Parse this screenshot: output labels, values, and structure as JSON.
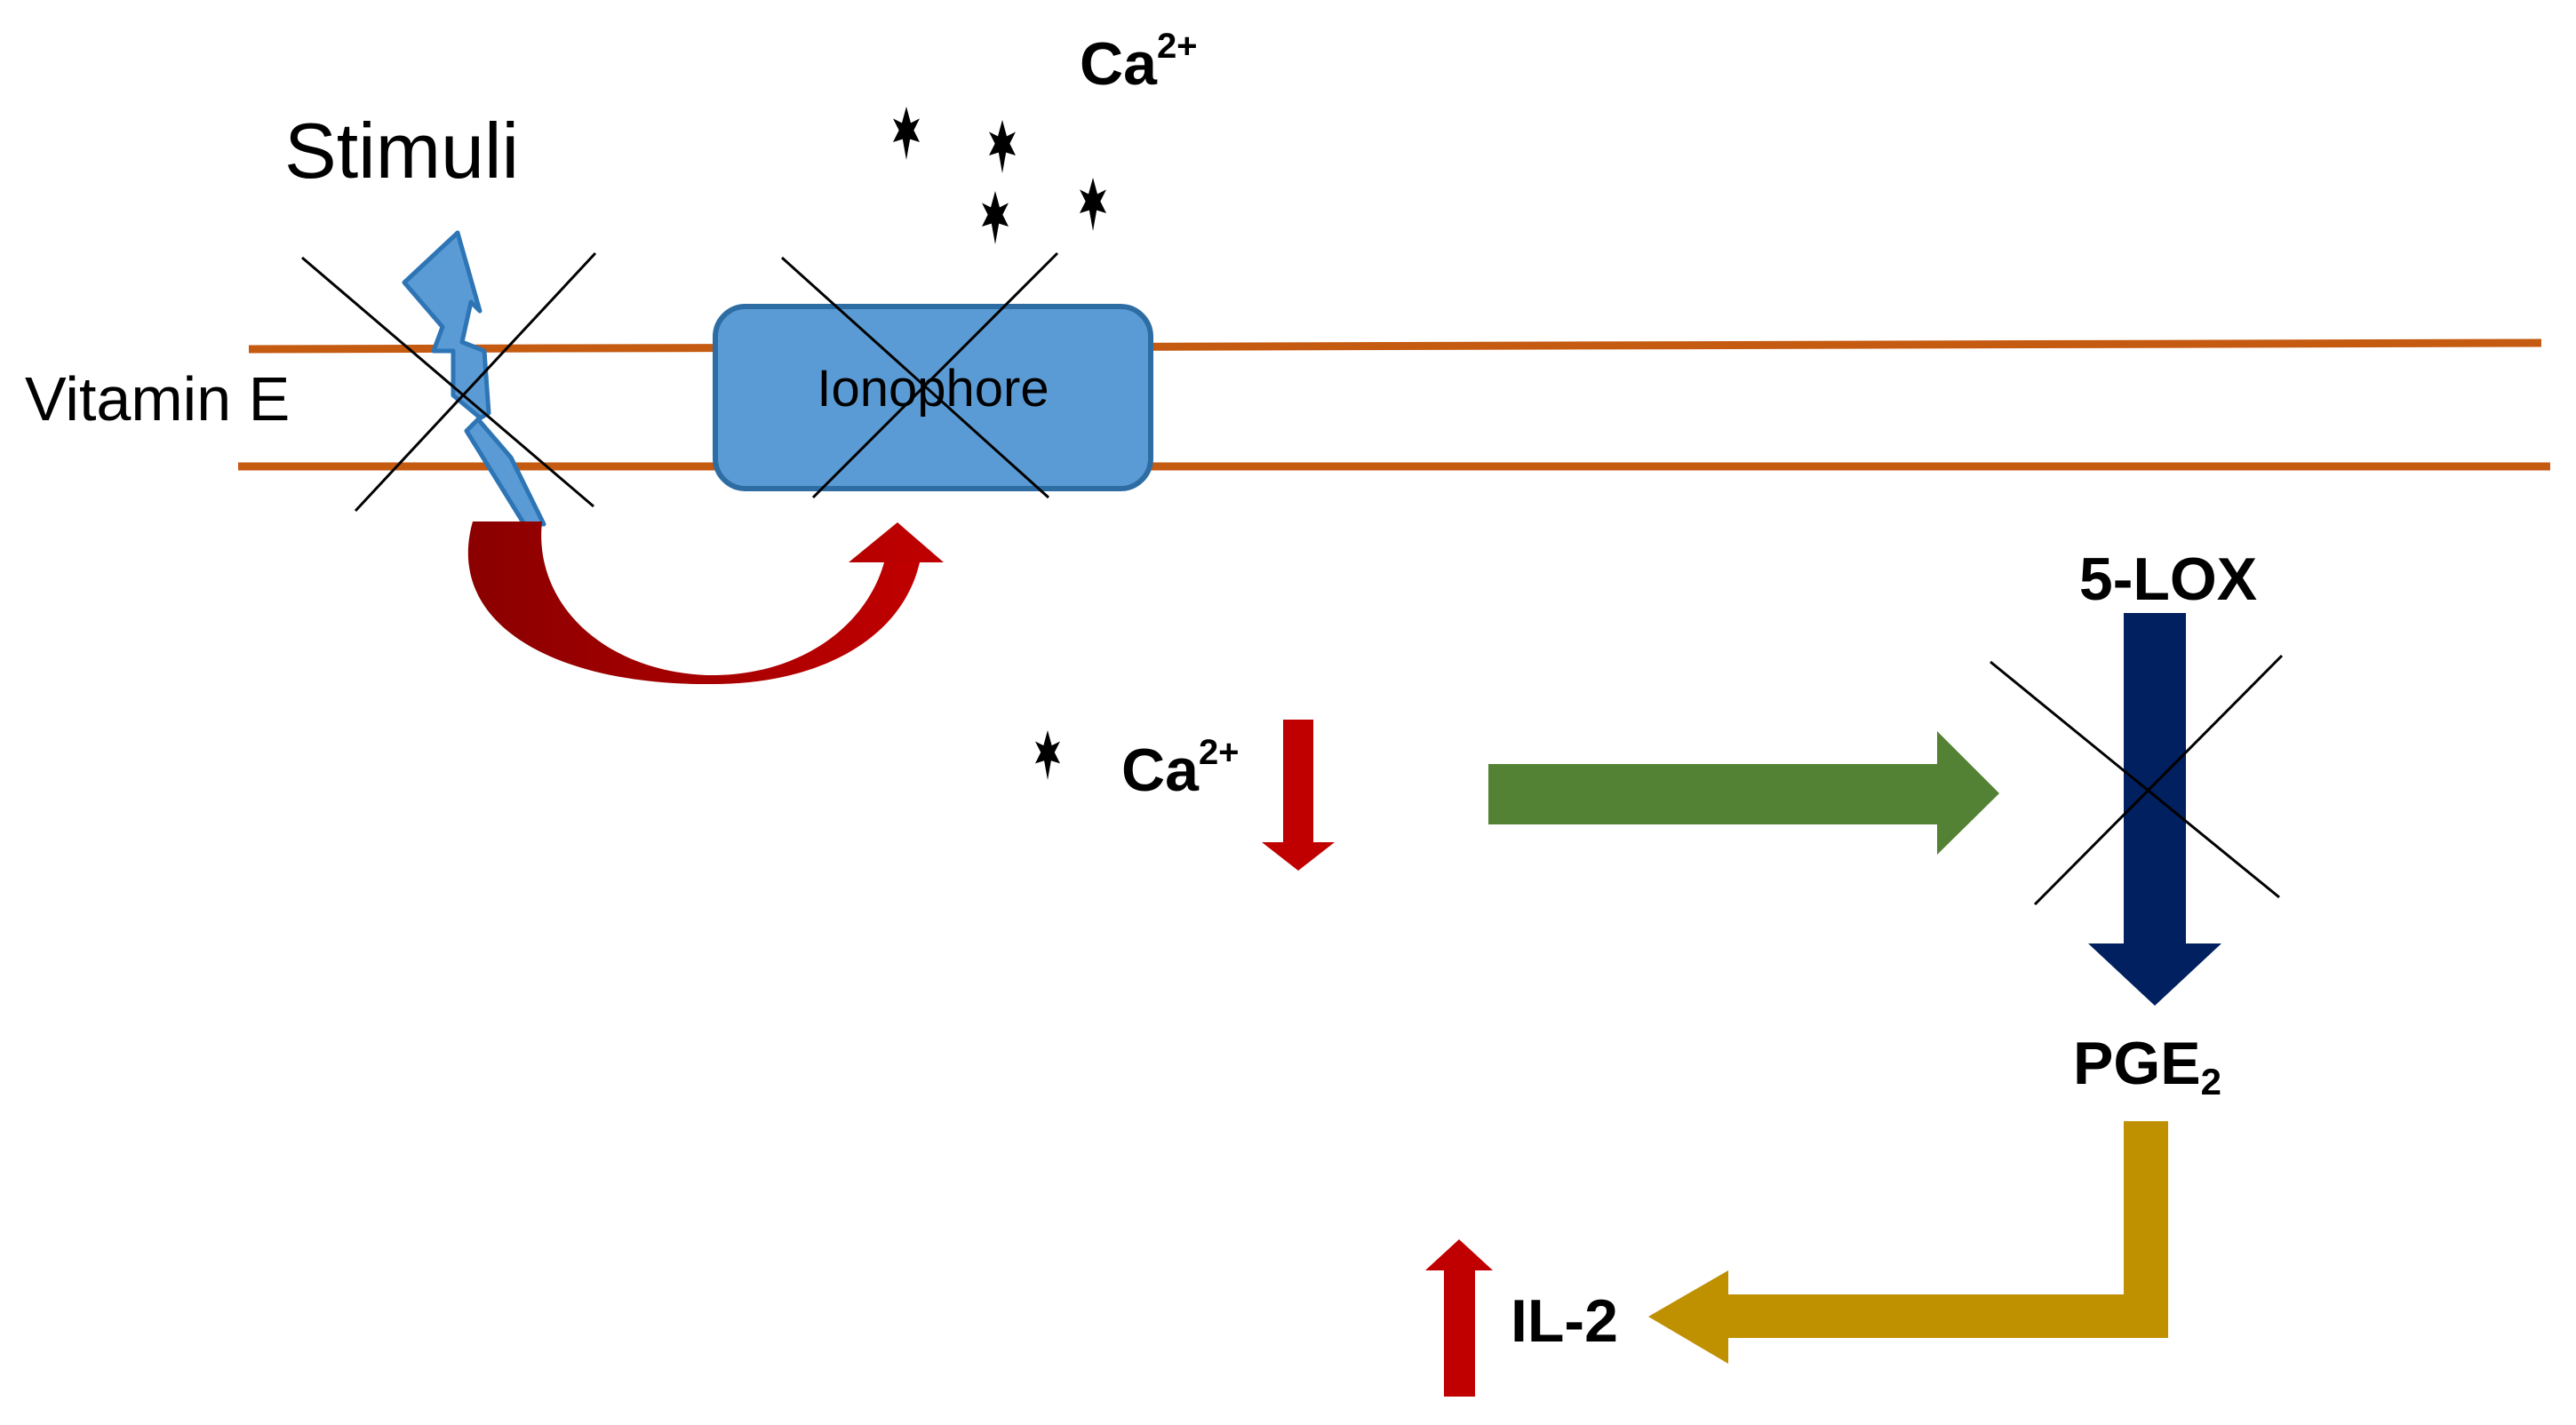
{
  "labels": {
    "stimuli": "Stimuli",
    "vitamin_e": "Vitamin E",
    "ionophore": "Ionophore",
    "ca_top": "Ca",
    "ca_top_sup": "2+",
    "ca_mid": "Ca",
    "ca_mid_sup": "2+",
    "lox": "5-LOX",
    "pge": "PGE",
    "pge_sub": "2",
    "il2": "IL-2"
  },
  "colors": {
    "membrane": "#C55A11",
    "ionophore_fill": "#5B9BD5",
    "ionophore_stroke": "#2E6DA4",
    "bolt_fill": "#5B9BD5",
    "bolt_stroke": "#2E75B6",
    "curved_arrow_dark": "#8B0000",
    "curved_arrow_light": "#C00000",
    "red_arrow": "#C00000",
    "green_arrow": "#548235",
    "navy_arrow": "#002060",
    "gold_arrow": "#BF9000",
    "cross": "#000000",
    "ions": "#000000"
  },
  "icons": {
    "stimulus": "lightning-bolt-icon",
    "ion": "star-burst-icon",
    "block": "x-cross-icon"
  }
}
